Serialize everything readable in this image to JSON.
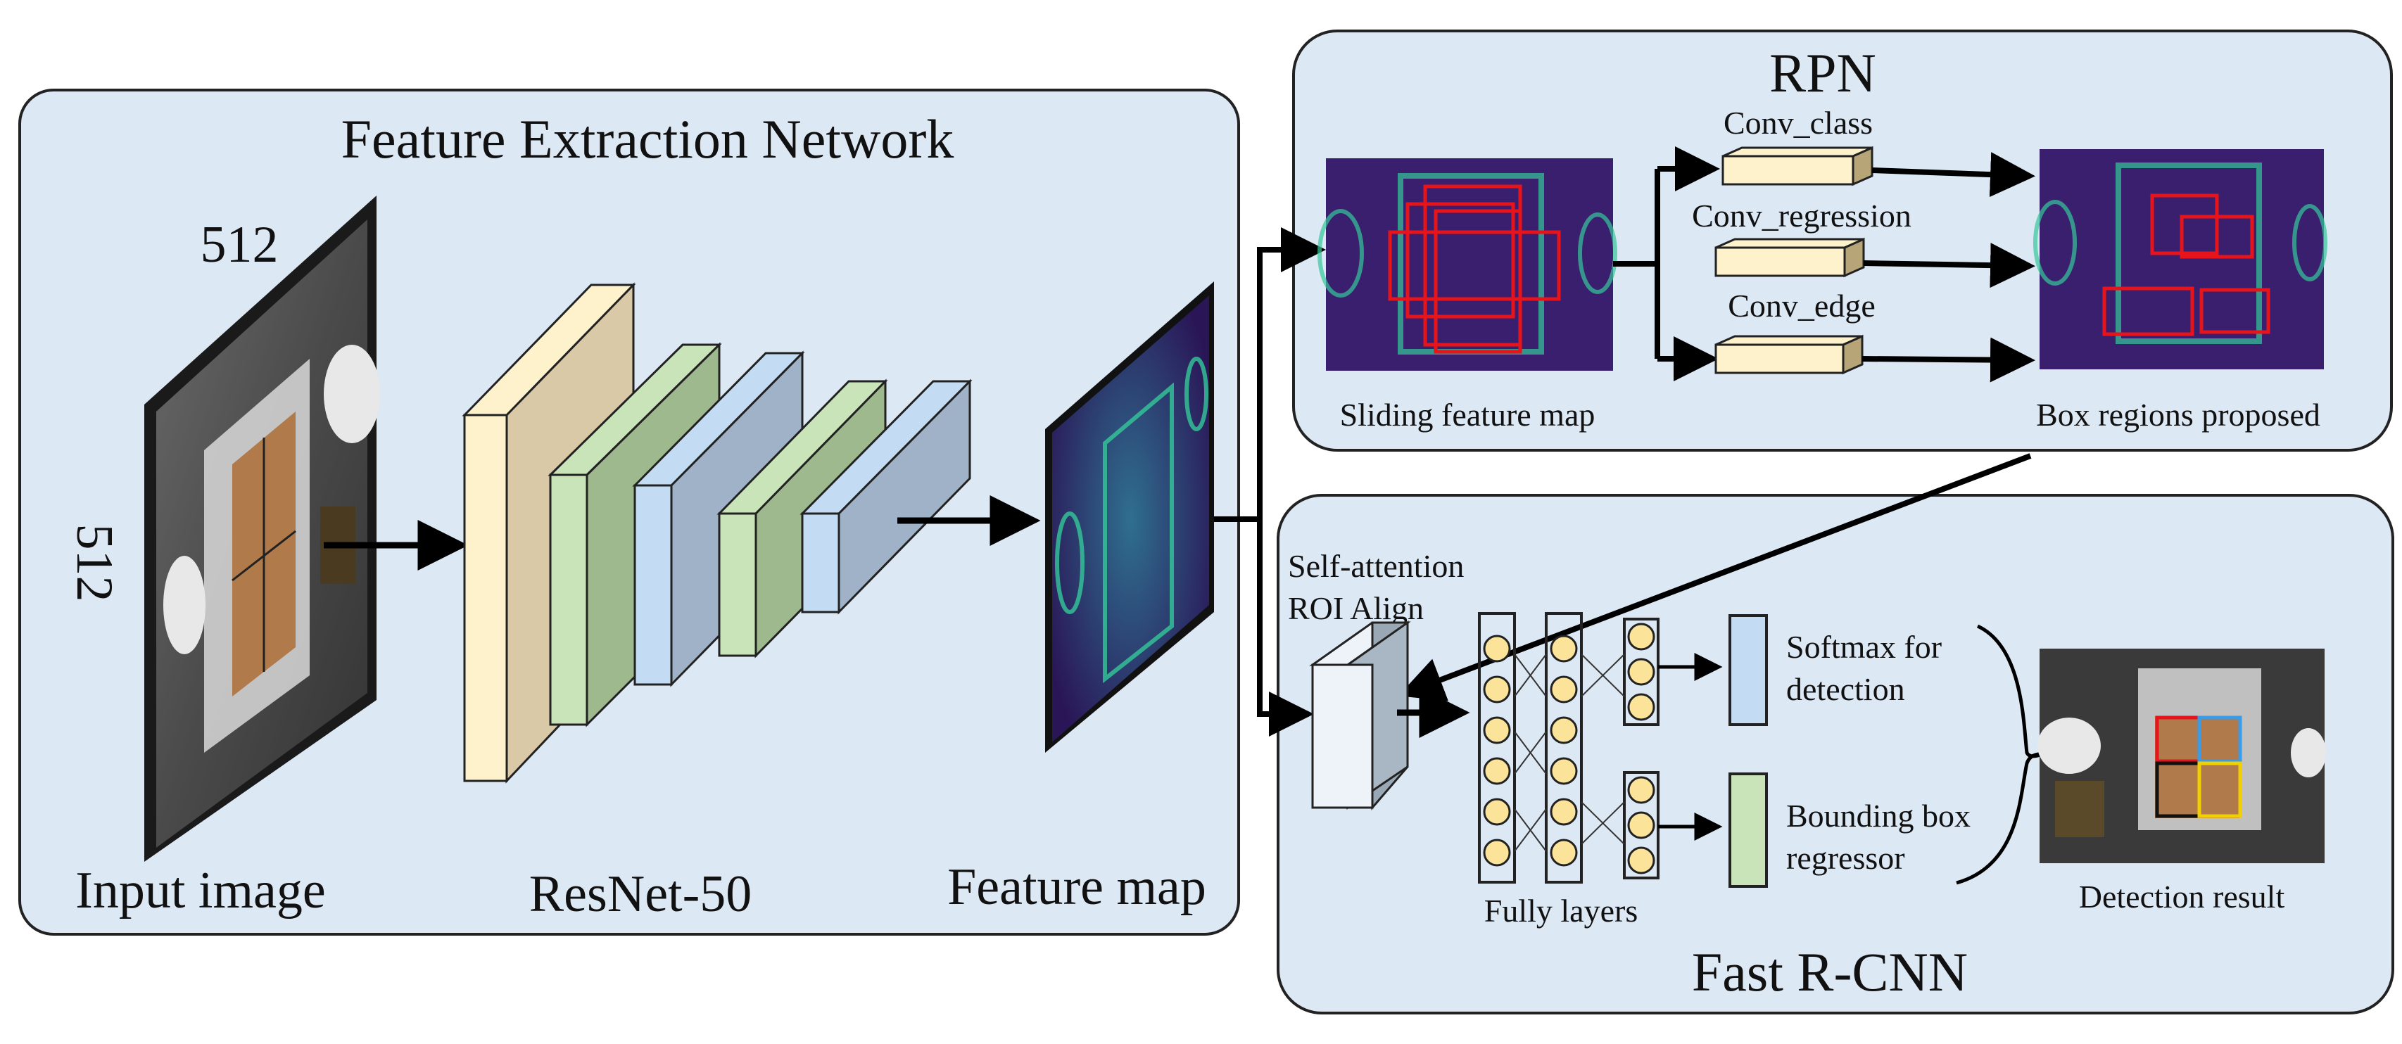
{
  "feature_extraction": {
    "title": "Feature Extraction Network",
    "input_label": "Input image",
    "backbone_label": "ResNet-50",
    "feature_map_label": "Feature map",
    "dim_width": "512",
    "dim_height": "512"
  },
  "rpn": {
    "title": "RPN",
    "conv_class": "Conv_class",
    "conv_regression": "Conv_regression",
    "conv_edge": "Conv_edge",
    "sliding_label": "Sliding feature map",
    "proposals_label": "Box regions proposed"
  },
  "fast_rcnn": {
    "title": "Fast R-CNN",
    "roi_line1": "Self-attention",
    "roi_line2": "ROI Align",
    "fc_label": "Fully layers",
    "softmax_line1": "Softmax for",
    "softmax_line2": "detection",
    "bbox_line1": "Bounding box",
    "bbox_line2": "regressor",
    "result_label": "Detection result"
  },
  "colors": {
    "panel_fill": "#dde8f5",
    "panel_stroke": "#222222",
    "proposal_box": "#e8141c",
    "layer_cream": "#fdf2cc",
    "layer_green": "#c9e4b8",
    "layer_blue": "#c4dcf3",
    "neuron": "#fbe39a",
    "feature_map": "#3a1f6e",
    "feature_glow": "#35c89a"
  },
  "icons": {
    "arrow": "arrow-right",
    "neuron": "circle"
  }
}
